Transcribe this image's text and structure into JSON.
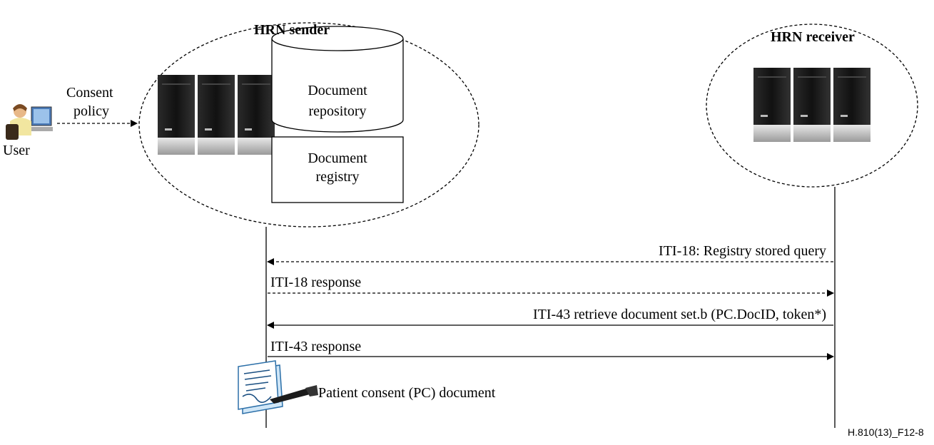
{
  "user": {
    "label": "User",
    "action_line1": "Consent",
    "action_line2": "policy"
  },
  "sender": {
    "title": "HRN sender",
    "repository_line1": "Document",
    "repository_line2": "repository",
    "registry_line1": "Document",
    "registry_line2": "registry"
  },
  "receiver": {
    "title": "HRN receiver"
  },
  "messages": [
    {
      "label": "ITI-18: Registry stored query",
      "direction": "receiver-to-sender",
      "style": "dashed"
    },
    {
      "label": "ITI-18 response",
      "direction": "sender-to-receiver",
      "style": "dashed"
    },
    {
      "label": "ITI-43 retrieve document set.b (PC.DocID, token*)",
      "direction": "receiver-to-sender",
      "style": "solid"
    },
    {
      "label": "ITI-43 response",
      "direction": "sender-to-receiver",
      "style": "solid"
    }
  ],
  "document": {
    "label": "Patient consent (PC) document"
  },
  "figure_id": "H.810(13)_F12-8"
}
